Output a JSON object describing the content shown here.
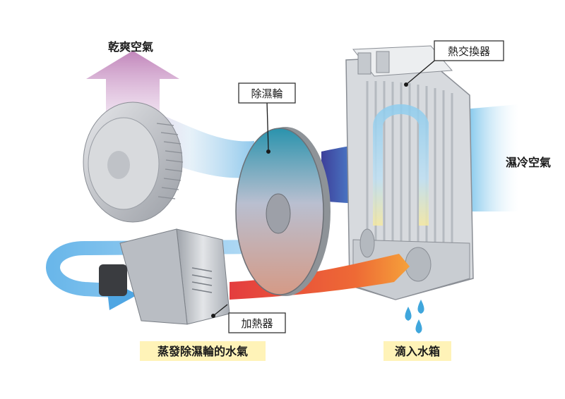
{
  "labels": {
    "dry_air": "乾爽空氣",
    "desiccant_wheel": "除濕輪",
    "heat_exchanger": "熱交換器",
    "humid_cool_air": "濕冷空氣",
    "heater": "加熱器",
    "evaporated_moisture": "蒸發除濕輪的水氣",
    "drip_to_tank": "滴入水箱"
  },
  "colors": {
    "dry_air_arrow": "#c98fc0",
    "wheel_top": "#2a93ad",
    "wheel_bottom": "#d59a86",
    "cool_air": "#8fcdee",
    "hot_air": "#e84a3a",
    "warm_air": "#f08a2a",
    "highlight": "#fff3b8",
    "water_drop": "#3fa6dc"
  },
  "icons": {
    "fan": "centrifugal-fan-icon",
    "heater": "heater-unit-icon",
    "wheel": "desiccant-wheel-icon",
    "exchanger": "heat-exchanger-icon",
    "drops": "water-drop-icon"
  }
}
